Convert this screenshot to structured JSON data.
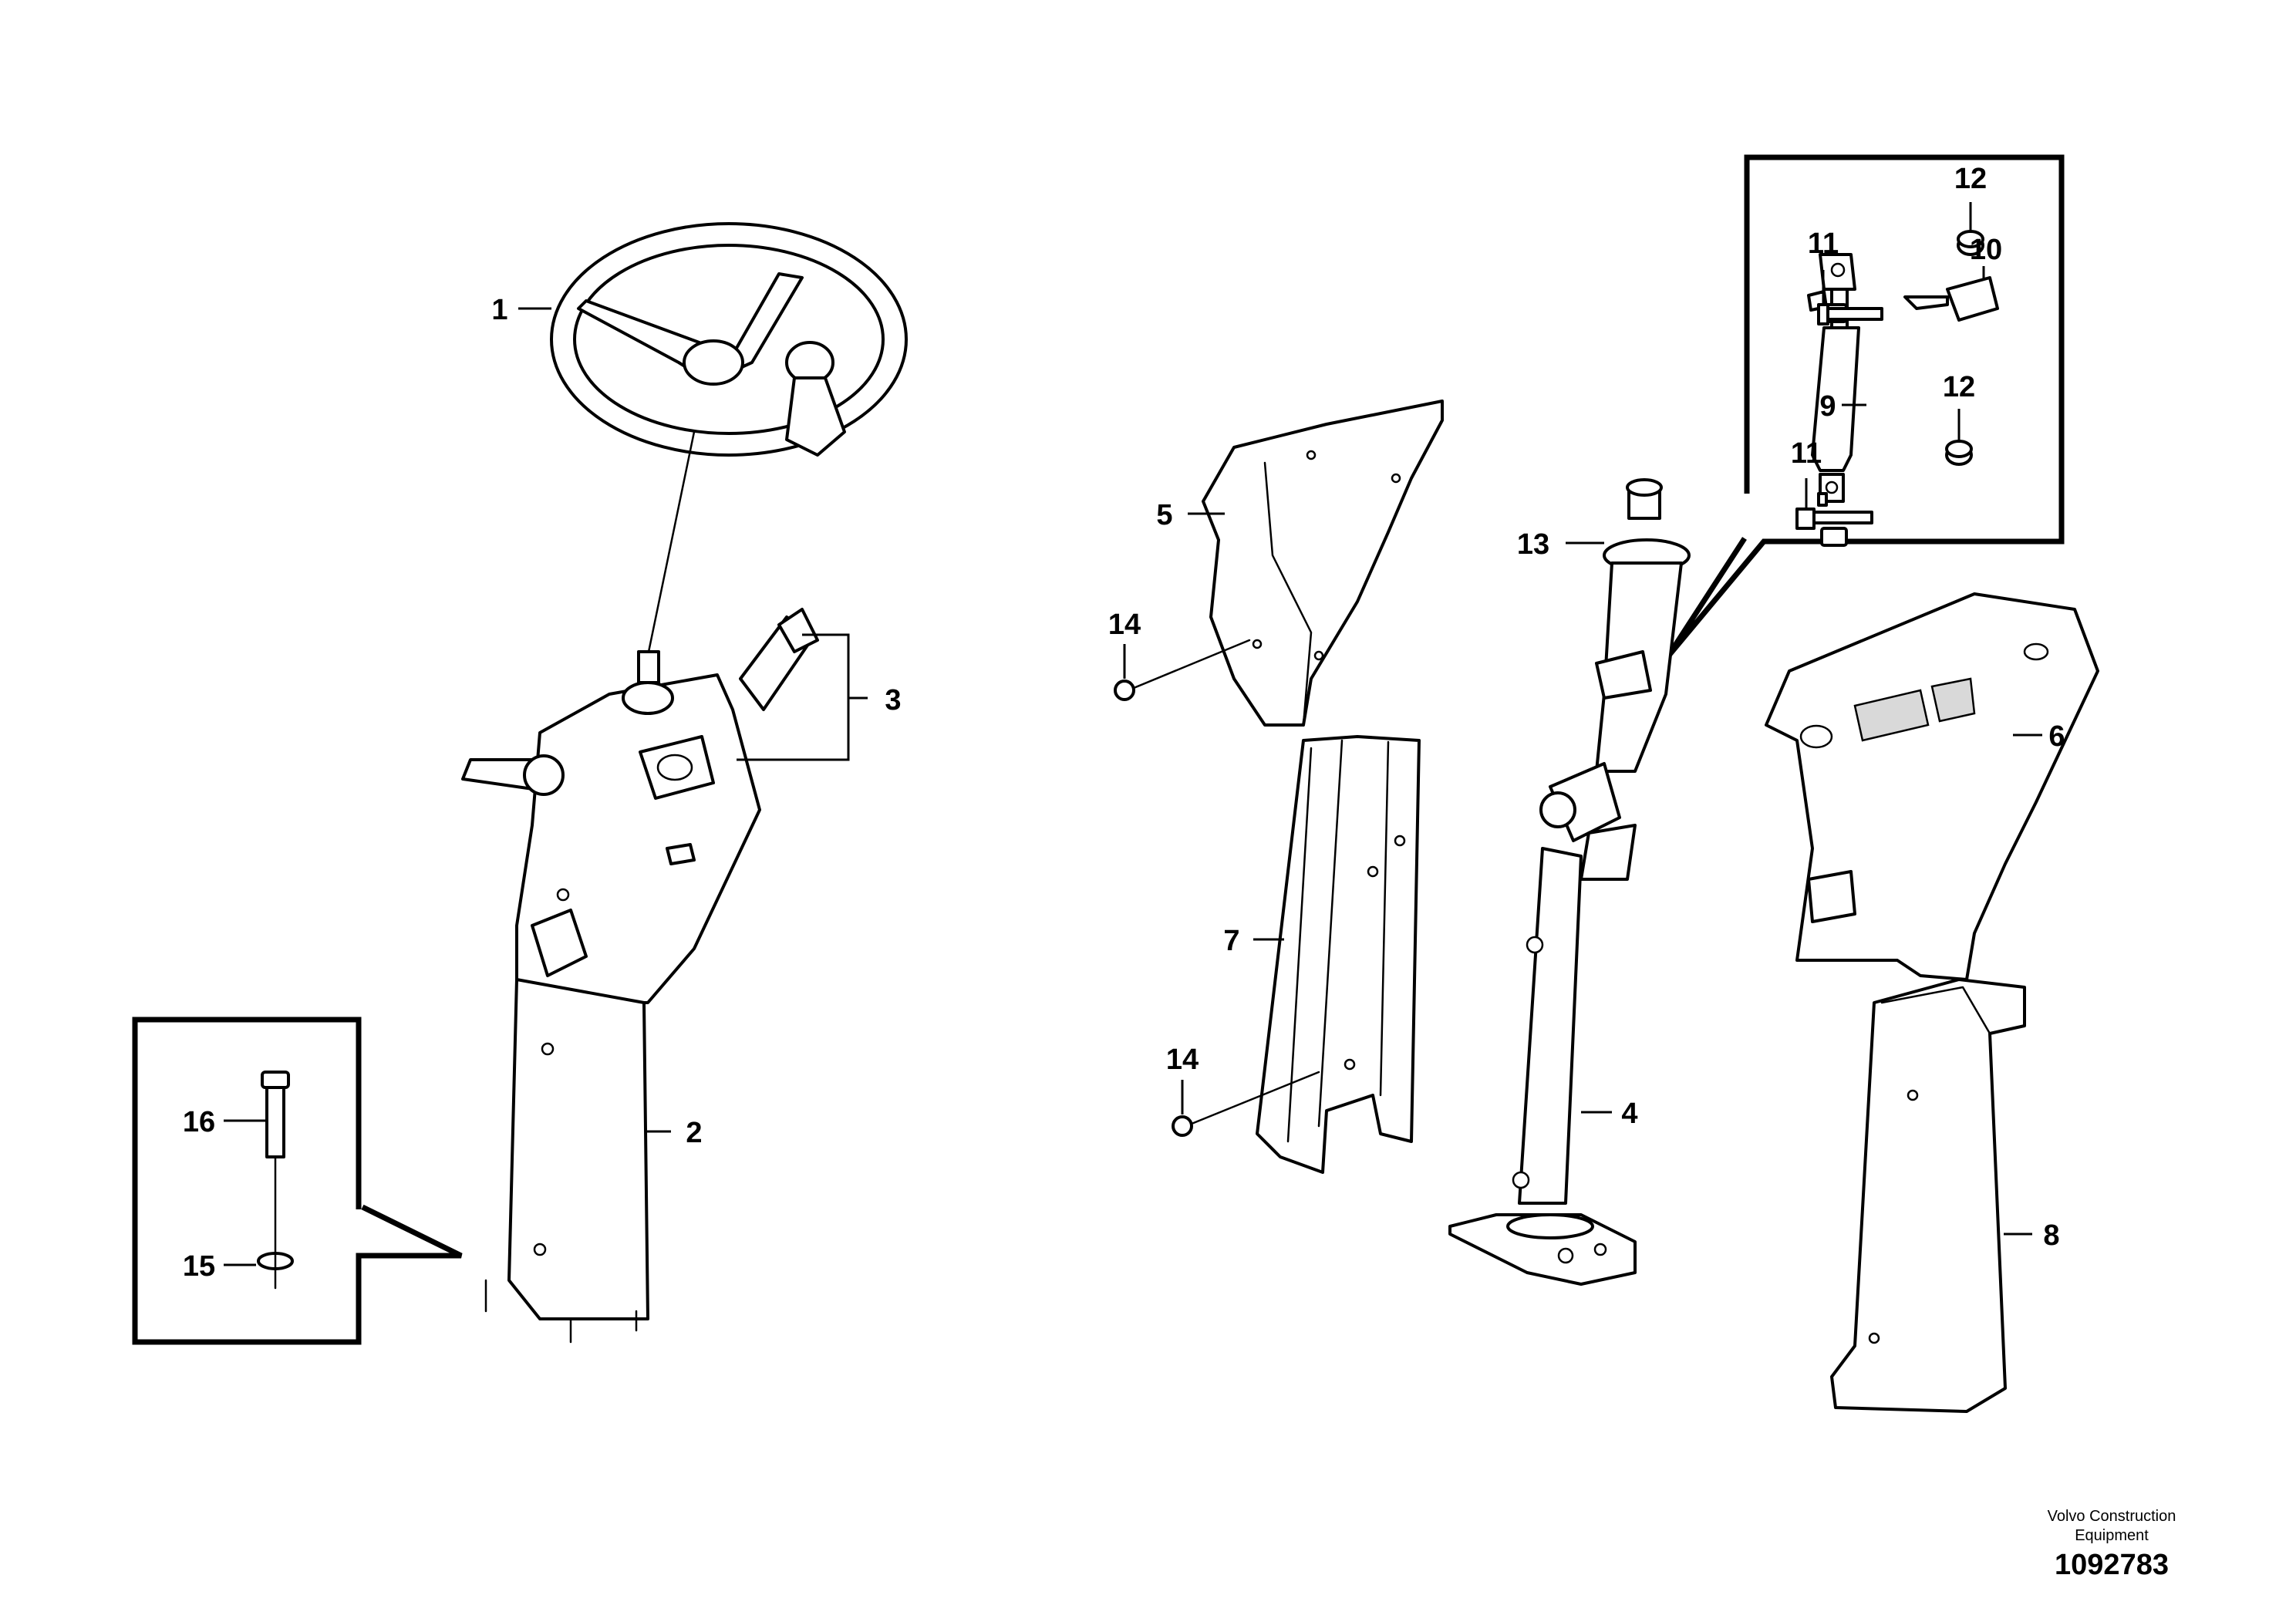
{
  "callouts": [
    {
      "id": "p1",
      "label": "1"
    },
    {
      "id": "p2",
      "label": "2"
    },
    {
      "id": "p3",
      "label": "3"
    },
    {
      "id": "p4",
      "label": "4"
    },
    {
      "id": "p5",
      "label": "5"
    },
    {
      "id": "p6",
      "label": "6"
    },
    {
      "id": "p7",
      "label": "7"
    },
    {
      "id": "p8",
      "label": "8"
    },
    {
      "id": "p9",
      "label": "9"
    },
    {
      "id": "p10",
      "label": "10"
    },
    {
      "id": "p11a",
      "label": "11"
    },
    {
      "id": "p11b",
      "label": "11"
    },
    {
      "id": "p12a",
      "label": "12"
    },
    {
      "id": "p12b",
      "label": "12"
    },
    {
      "id": "p13",
      "label": "13"
    },
    {
      "id": "p14a",
      "label": "14"
    },
    {
      "id": "p14b",
      "label": "14"
    },
    {
      "id": "p15",
      "label": "15"
    },
    {
      "id": "p16",
      "label": "16"
    }
  ],
  "footer": {
    "company_line1": "Volvo Construction",
    "company_line2": "Equipment",
    "document_number": "1092783"
  }
}
